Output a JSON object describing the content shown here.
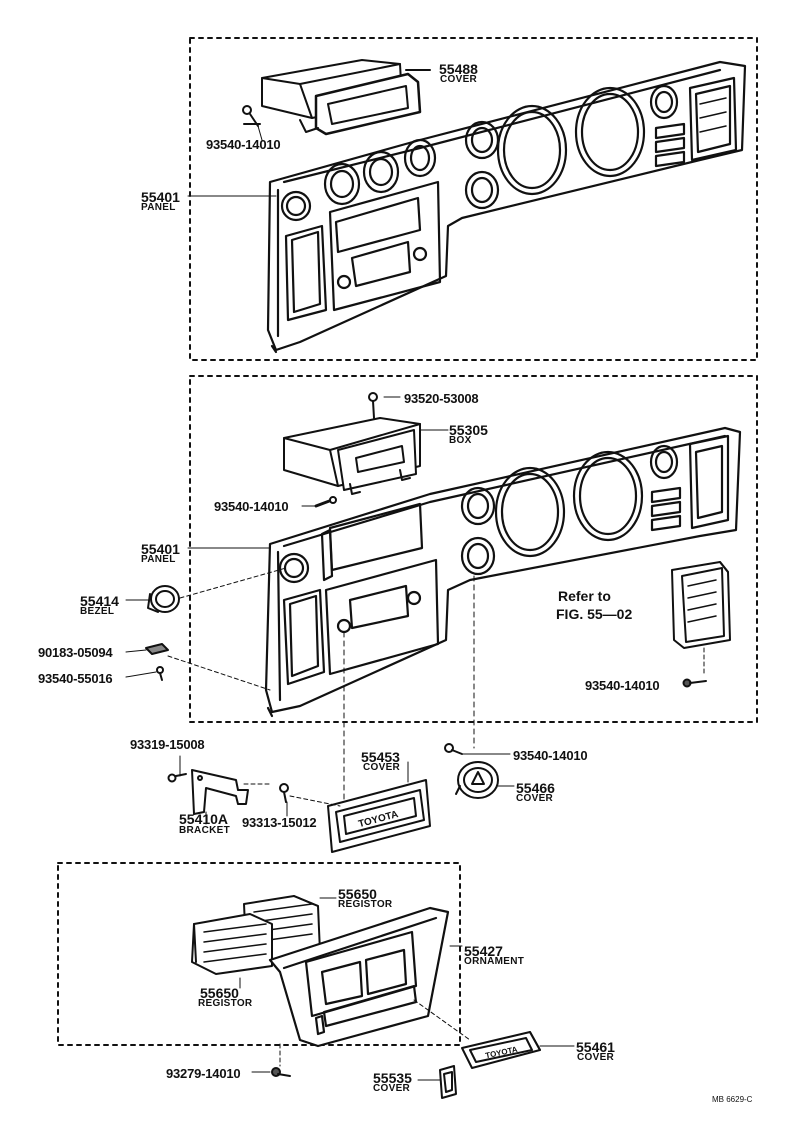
{
  "labels": {
    "cover_55488": {
      "num": "55488",
      "name": "COVER"
    },
    "bolt_top": "93540-14010",
    "panel_top": {
      "num": "55401",
      "name": "PANEL"
    },
    "screw_53008": "93520-53008",
    "box_55305": {
      "num": "55305",
      "name": "BOX"
    },
    "bolt_mid": "93540-14010",
    "panel_mid": {
      "num": "55401",
      "name": "PANEL"
    },
    "bezel_55414": {
      "num": "55414",
      "name": "BEZEL"
    },
    "refer": {
      "line1": "Refer to",
      "line2": "FIG. 55—02"
    },
    "clip_05094": "90183-05094",
    "bolt_55016": "93540-55016",
    "bolt_right": "93540-14010",
    "screw_15008": "93319-15008",
    "bolt_cover": "93540-14010",
    "cover_55453": {
      "num": "55453",
      "name": "COVER"
    },
    "cover_55466": {
      "num": "55466",
      "name": "COVER"
    },
    "bracket_55410A": {
      "num": "55410A",
      "name": "BRACKET"
    },
    "screw_15012": "93313-15012",
    "registor_upper": {
      "num": "55650",
      "name": "REGISTOR"
    },
    "ornament_55427": {
      "num": "55427",
      "name": "ORNAMENT"
    },
    "registor_lower": {
      "num": "55650",
      "name": "REGISTOR"
    },
    "bolt_bottom": "93279-14010",
    "cover_55461": {
      "num": "55461",
      "name": "COVER"
    },
    "cover_55535": {
      "num": "55535",
      "name": "COVER"
    },
    "badge_text": "TOYOTA",
    "figure_code": "MB 6629-C"
  }
}
